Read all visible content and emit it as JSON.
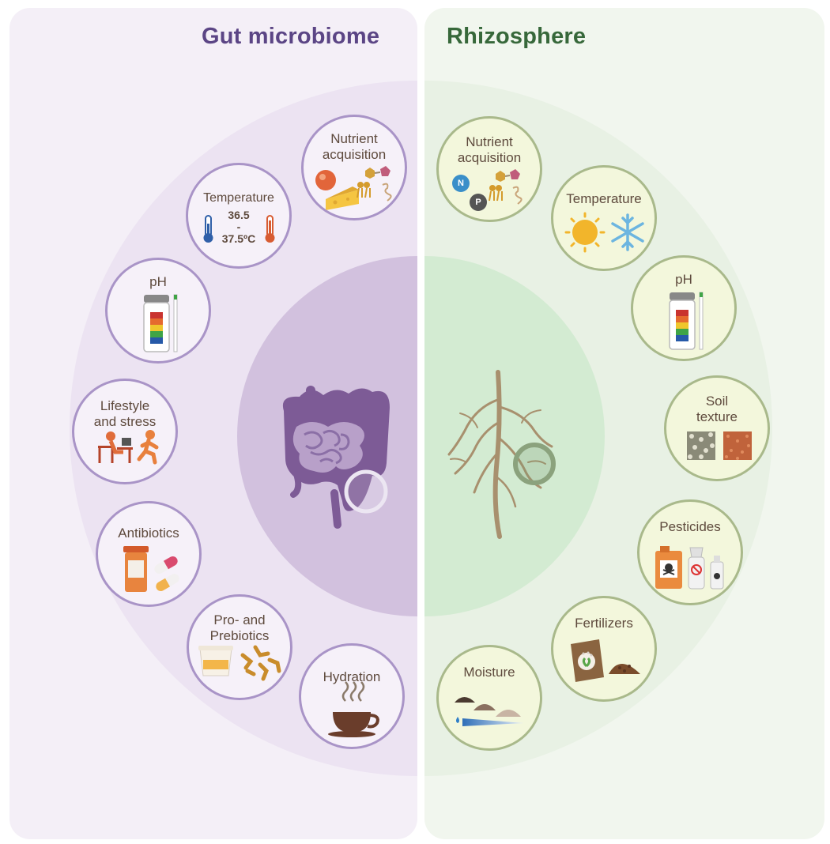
{
  "gut": {
    "title": "Gut microbiome",
    "nodes": {
      "nutrient": "Nutrient\nacquisition",
      "temperature": "Temperature",
      "temperature_value": "36.5\n-\n37.5ºC",
      "ph": "pH",
      "lifestyle": "Lifestyle\nand stress",
      "antibiotics": "Antibiotics",
      "probiotics": "Pro- and\nPrebiotics",
      "hydration": "Hydration"
    }
  },
  "rhizosphere": {
    "title": "Rhizosphere",
    "nodes": {
      "nutrient": "Nutrient\nacquisition",
      "nutrient_n": "N",
      "nutrient_p": "P",
      "temperature": "Temperature",
      "ph": "pH",
      "soil": "Soil\ntexture",
      "pesticides": "Pesticides",
      "fertilizers": "Fertilizers",
      "moisture": "Moisture"
    }
  },
  "colors": {
    "gut_accent": "#5b4585",
    "rhizo_accent": "#37683a",
    "gut_node_border": "#a994c7",
    "rhizo_node_border": "#a9b98b"
  }
}
